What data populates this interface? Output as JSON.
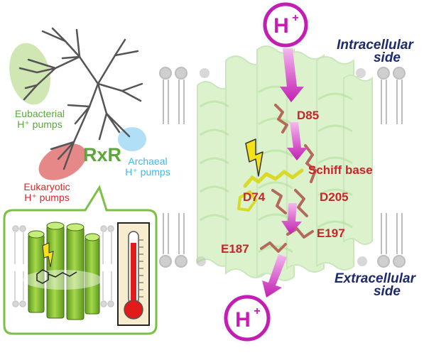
{
  "colors": {
    "magenta": "#c21fb2",
    "residue_red": "#c8242a",
    "membrane_gray": "#c9c9c9",
    "helix_green": "#bfe8a6",
    "eubacterial_green": "#5aa83a",
    "eukaryotic_red": "#d42a2a",
    "archaeal_blue": "#3fb8e8",
    "side_navy": "#1d2a6e",
    "thermo_red": "#e11a1a"
  },
  "icons": [
    "lightning-icon",
    "thermometer-icon",
    "proton-icon"
  ],
  "tree": {
    "center_label": "RxR",
    "clades": {
      "eubacterial": {
        "line1": "Eubacterial",
        "line2": "H⁺ pumps"
      },
      "eukaryotic": {
        "line1": "Eukaryotic",
        "line2": "H⁺ pumps"
      },
      "archaeal": {
        "line1": "Archaeal",
        "line2": "H⁺ pumps"
      }
    }
  },
  "sides": {
    "intracellular": {
      "line1": "Intracellular",
      "line2": "side"
    },
    "extracellular": {
      "line1": "Extracellular",
      "line2": "side"
    }
  },
  "residues": {
    "d85": "D85",
    "schiff": "Schiff base",
    "d74": "D74",
    "d205": "D205",
    "e197": "E197",
    "e187": "E187"
  },
  "proton": {
    "symbol": "H",
    "charge": "+"
  }
}
